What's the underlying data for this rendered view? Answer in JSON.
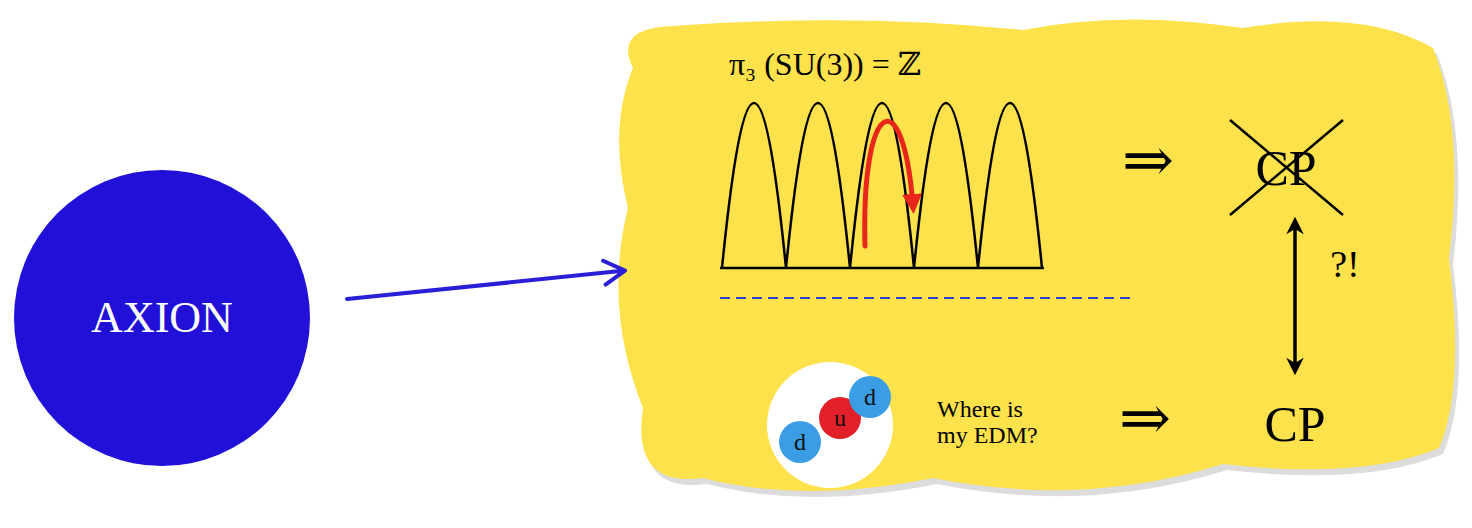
{
  "diagram": {
    "nodes": [
      {
        "text": [
          "AXION"
        ]
      },
      {
        "text": [
          "π₃ (SU(3)) = ℤ",
          "⇒",
          "CP",
          "?!",
          "Where is my EDM?",
          "⇒",
          "CP"
        ]
      },
      {
        "text": [
          "d"
        ],
        "in": 1
      },
      {
        "text": [
          "u"
        ],
        "in": 1
      },
      {
        "text": [
          "d"
        ],
        "in": 1
      }
    ],
    "edges": [
      {
        "from": 0,
        "to": 1,
        "arrow": "to"
      }
    ]
  }
}
